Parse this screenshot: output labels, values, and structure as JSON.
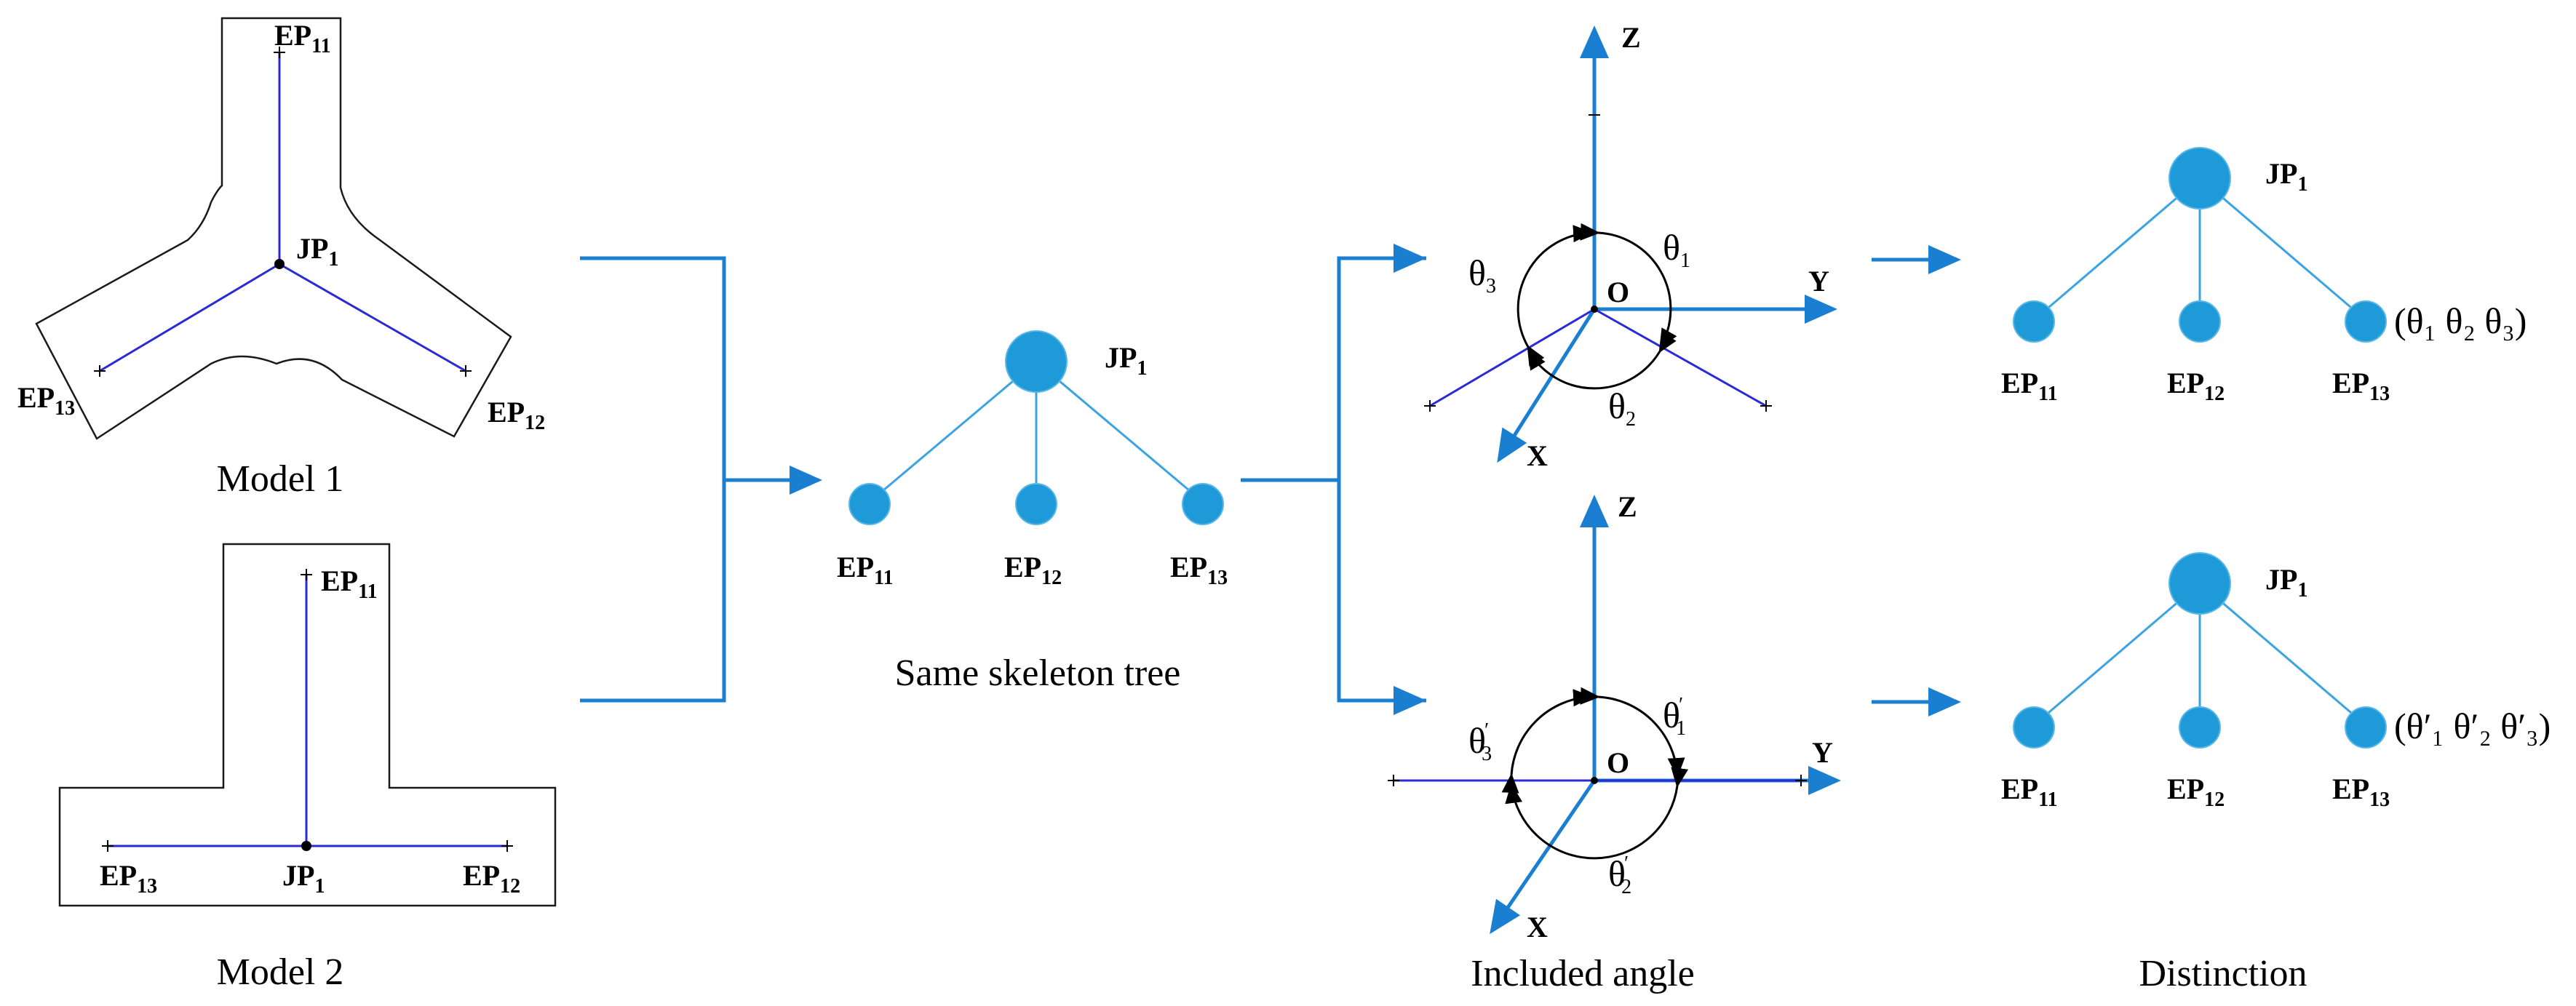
{
  "labels": {
    "ep11": "EP",
    "ep12": "EP",
    "ep13": "EP",
    "jp1": "JP",
    "sub11": "11",
    "sub12": "12",
    "sub13": "13",
    "sub1": "1"
  },
  "captions": {
    "model1": "Model 1",
    "model2": "Model 2",
    "same_tree": "Same skeleton tree",
    "included_angle": "Included angle",
    "distinction": "Distinction"
  },
  "axes": {
    "x": "X",
    "y": "Y",
    "z": "Z",
    "origin": "O"
  },
  "angles": {
    "theta": "θ",
    "t1": "1",
    "t2": "2",
    "t3": "3",
    "prime": "′",
    "tuple_top": "(θ₁ θ₂ θ₃)",
    "tuple_bottom": "(θ′₁ θ′₂ θ′₃)"
  },
  "colors": {
    "arrow": "#1a7fd0",
    "node": "#1e9ad8",
    "bone": "#2a2ad6",
    "tree_edge": "#3ba4e0"
  }
}
